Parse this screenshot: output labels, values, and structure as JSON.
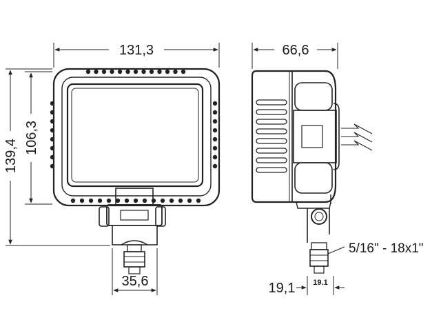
{
  "dimensions": {
    "front_width": "131,3",
    "front_height_total": "139,4",
    "front_height_lens": "106,3",
    "mount_width": "35,6",
    "side_depth": "66,6",
    "side_bottom_left": "19,1",
    "side_bottom_right": "19.1"
  },
  "thread_label": "5/16\" - 18x1\"",
  "colors": {
    "line": "#222222",
    "text": "#1a1a1a",
    "background": "#ffffff"
  }
}
